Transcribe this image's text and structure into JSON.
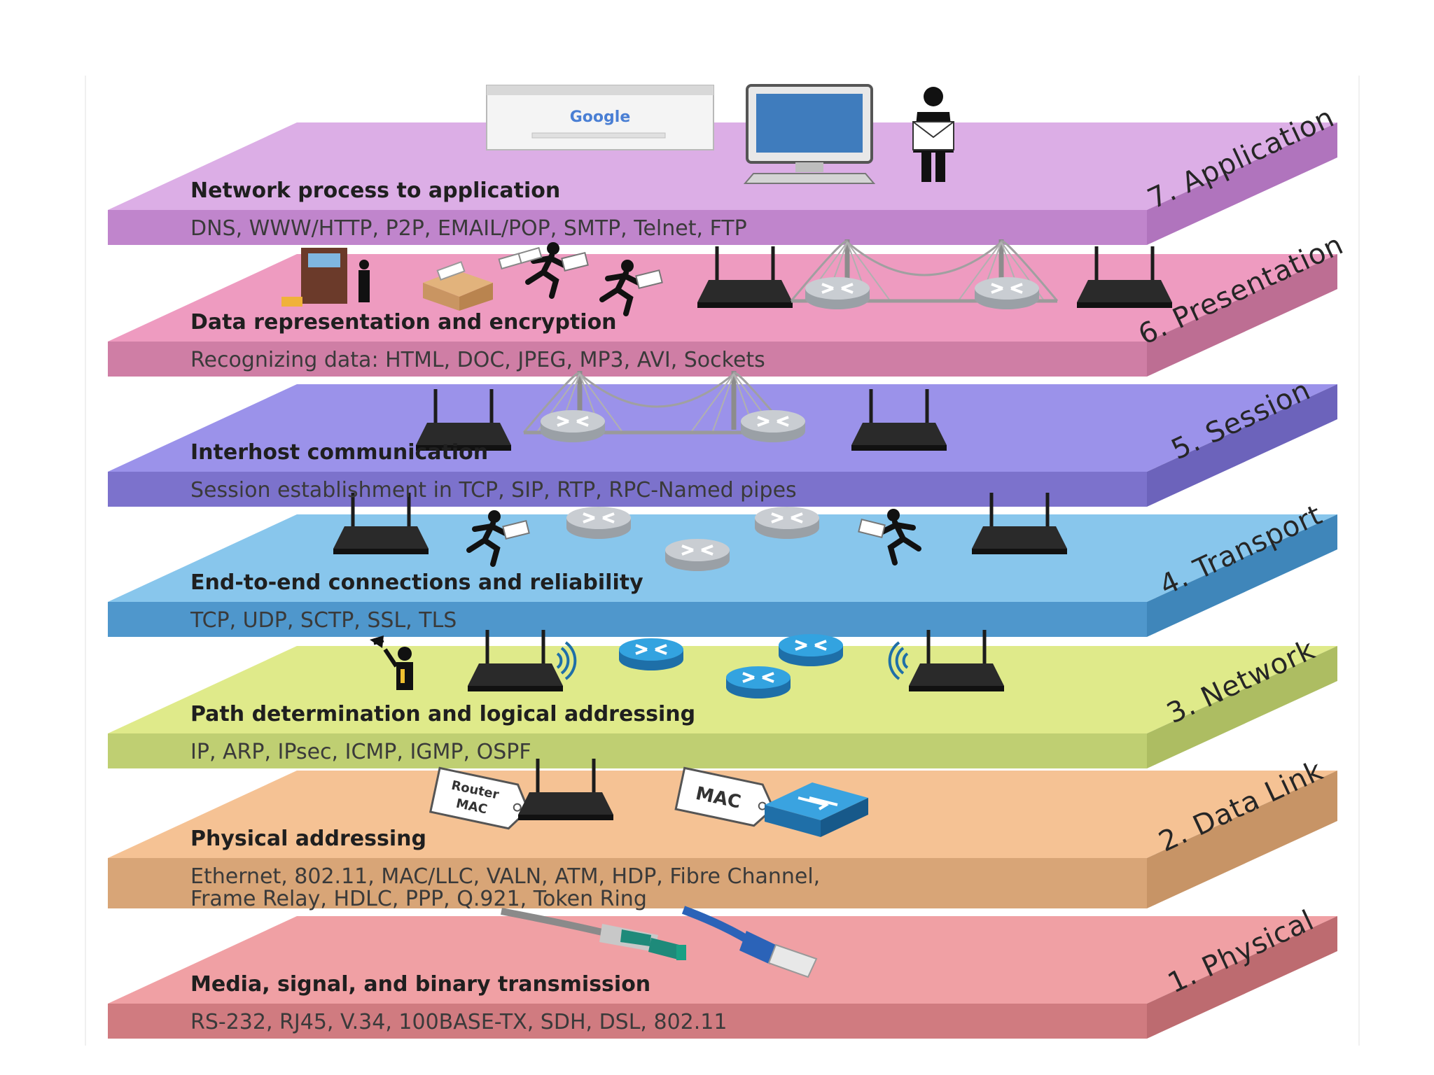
{
  "layers": [
    {
      "number_name": "7. Application",
      "description": "Network process to application",
      "protocols": [
        "DNS, WWW/HTTP, P2P, EMAIL/POP, SMTP, Telnet, FTP"
      ],
      "colors": {
        "top": "#dcaee6",
        "front": "#c085cc",
        "side": "#b074bd"
      }
    },
    {
      "number_name": "6. Presentation",
      "description": "Data representation and encryption",
      "protocols": [
        "Recognizing data: HTML, DOC, JPEG, MP3, AVI, Sockets"
      ],
      "colors": {
        "top": "#ee9bc0",
        "front": "#cf7ea5",
        "side": "#bd6e93"
      }
    },
    {
      "number_name": "5. Session",
      "description": "Interhost communication",
      "protocols": [
        "Session establishment in TCP, SIP, RTP, RPC-Named pipes"
      ],
      "colors": {
        "top": "#9b92ea",
        "front": "#7c72cc",
        "side": "#6c63bb"
      }
    },
    {
      "number_name": "4. Transport",
      "description": "End-to-end connections and reliability",
      "protocols": [
        "TCP, UDP, SCTP, SSL, TLS"
      ],
      "colors": {
        "top": "#88c6ec",
        "front": "#4f97cc",
        "side": "#3f86ba"
      }
    },
    {
      "number_name": "3. Network",
      "description": "Path determination and logical addressing",
      "protocols": [
        "IP, ARP, IPsec, ICMP, IGMP, OSPF"
      ],
      "colors": {
        "top": "#dfea8a",
        "front": "#bfcf72",
        "side": "#adbd62"
      }
    },
    {
      "number_name": "2. Data Link",
      "description": "Physical addressing",
      "protocols": [
        "Ethernet, 802.11, MAC/LLC, VALN, ATM, HDP, Fibre Channel,",
        "Frame Relay, HDLC,  PPP, Q.921, Token Ring"
      ],
      "colors": {
        "top": "#f5c294",
        "front": "#d8a577",
        "side": "#c79466"
      }
    },
    {
      "number_name": "1. Physical",
      "description": "Media, signal, and binary transmission",
      "protocols": [
        "RS-232, RJ45, V.34, 100BASE-TX, SDH, DSL, 802.11"
      ],
      "colors": {
        "top": "#f0a0a4",
        "front": "#d07b80",
        "side": "#bd6b70"
      }
    }
  ],
  "labels": {
    "browser_logo": "Google",
    "router_mac_tag": [
      "Router",
      "MAC"
    ],
    "mac_tag": "MAC"
  },
  "icons": [
    "browser-window-icon",
    "desktop-computer-icon",
    "person-with-letter-icon",
    "atm-machine-icon",
    "open-box-icon",
    "running-courier-icon",
    "router-icon",
    "bridge-icon",
    "cisco-router-icon",
    "wireless-signal-icon",
    "flag-person-icon",
    "network-switch-icon",
    "fiber-cable-icon",
    "ethernet-cable-icon"
  ]
}
